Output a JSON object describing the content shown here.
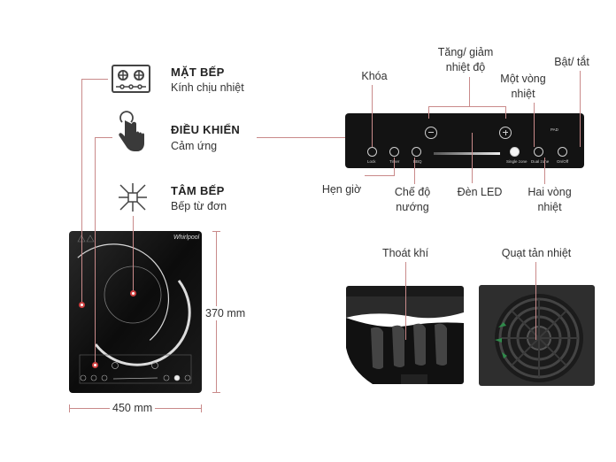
{
  "features": [
    {
      "title": "MẶT BẾP",
      "subtitle": "Kính chịu nhiệt",
      "icon": "cooktop-icon"
    },
    {
      "title": "ĐIỀU KHIỂN",
      "subtitle": "Cảm ứng",
      "icon": "touch-hand-icon"
    },
    {
      "title": "TÂM BẾP",
      "subtitle": "Bếp từ đơn",
      "icon": "induction-coil-icon"
    }
  ],
  "dimensions": {
    "height": "370 mm",
    "width": "450 mm"
  },
  "panel_labels": {
    "increase_decrease": "Tăng/ giảm\nnhiệt độ",
    "lock": "Khóa",
    "single_zone": "Một vòng\nnhiệt",
    "power": "Bật/ tắt",
    "timer": "Hẹn giờ",
    "bbq_mode": "Chế độ\nnướng",
    "led": "Đèn LED",
    "dual_zone": "Hai vòng\nnhiệt"
  },
  "panel_text": {
    "lock": "Lock",
    "timer": "Timer",
    "bbq": "BBQ",
    "single": "Single zone",
    "dual": "Dual zone",
    "onoff": "On/Off",
    "pad": "PAD"
  },
  "photos": {
    "vent": "Thoát khí",
    "fan": "Quạt tản nhiệt"
  },
  "brand": "Whirlpool",
  "colors": {
    "accent_line": "#c98a8a",
    "dot": "#d04040",
    "panel": "#131313"
  }
}
